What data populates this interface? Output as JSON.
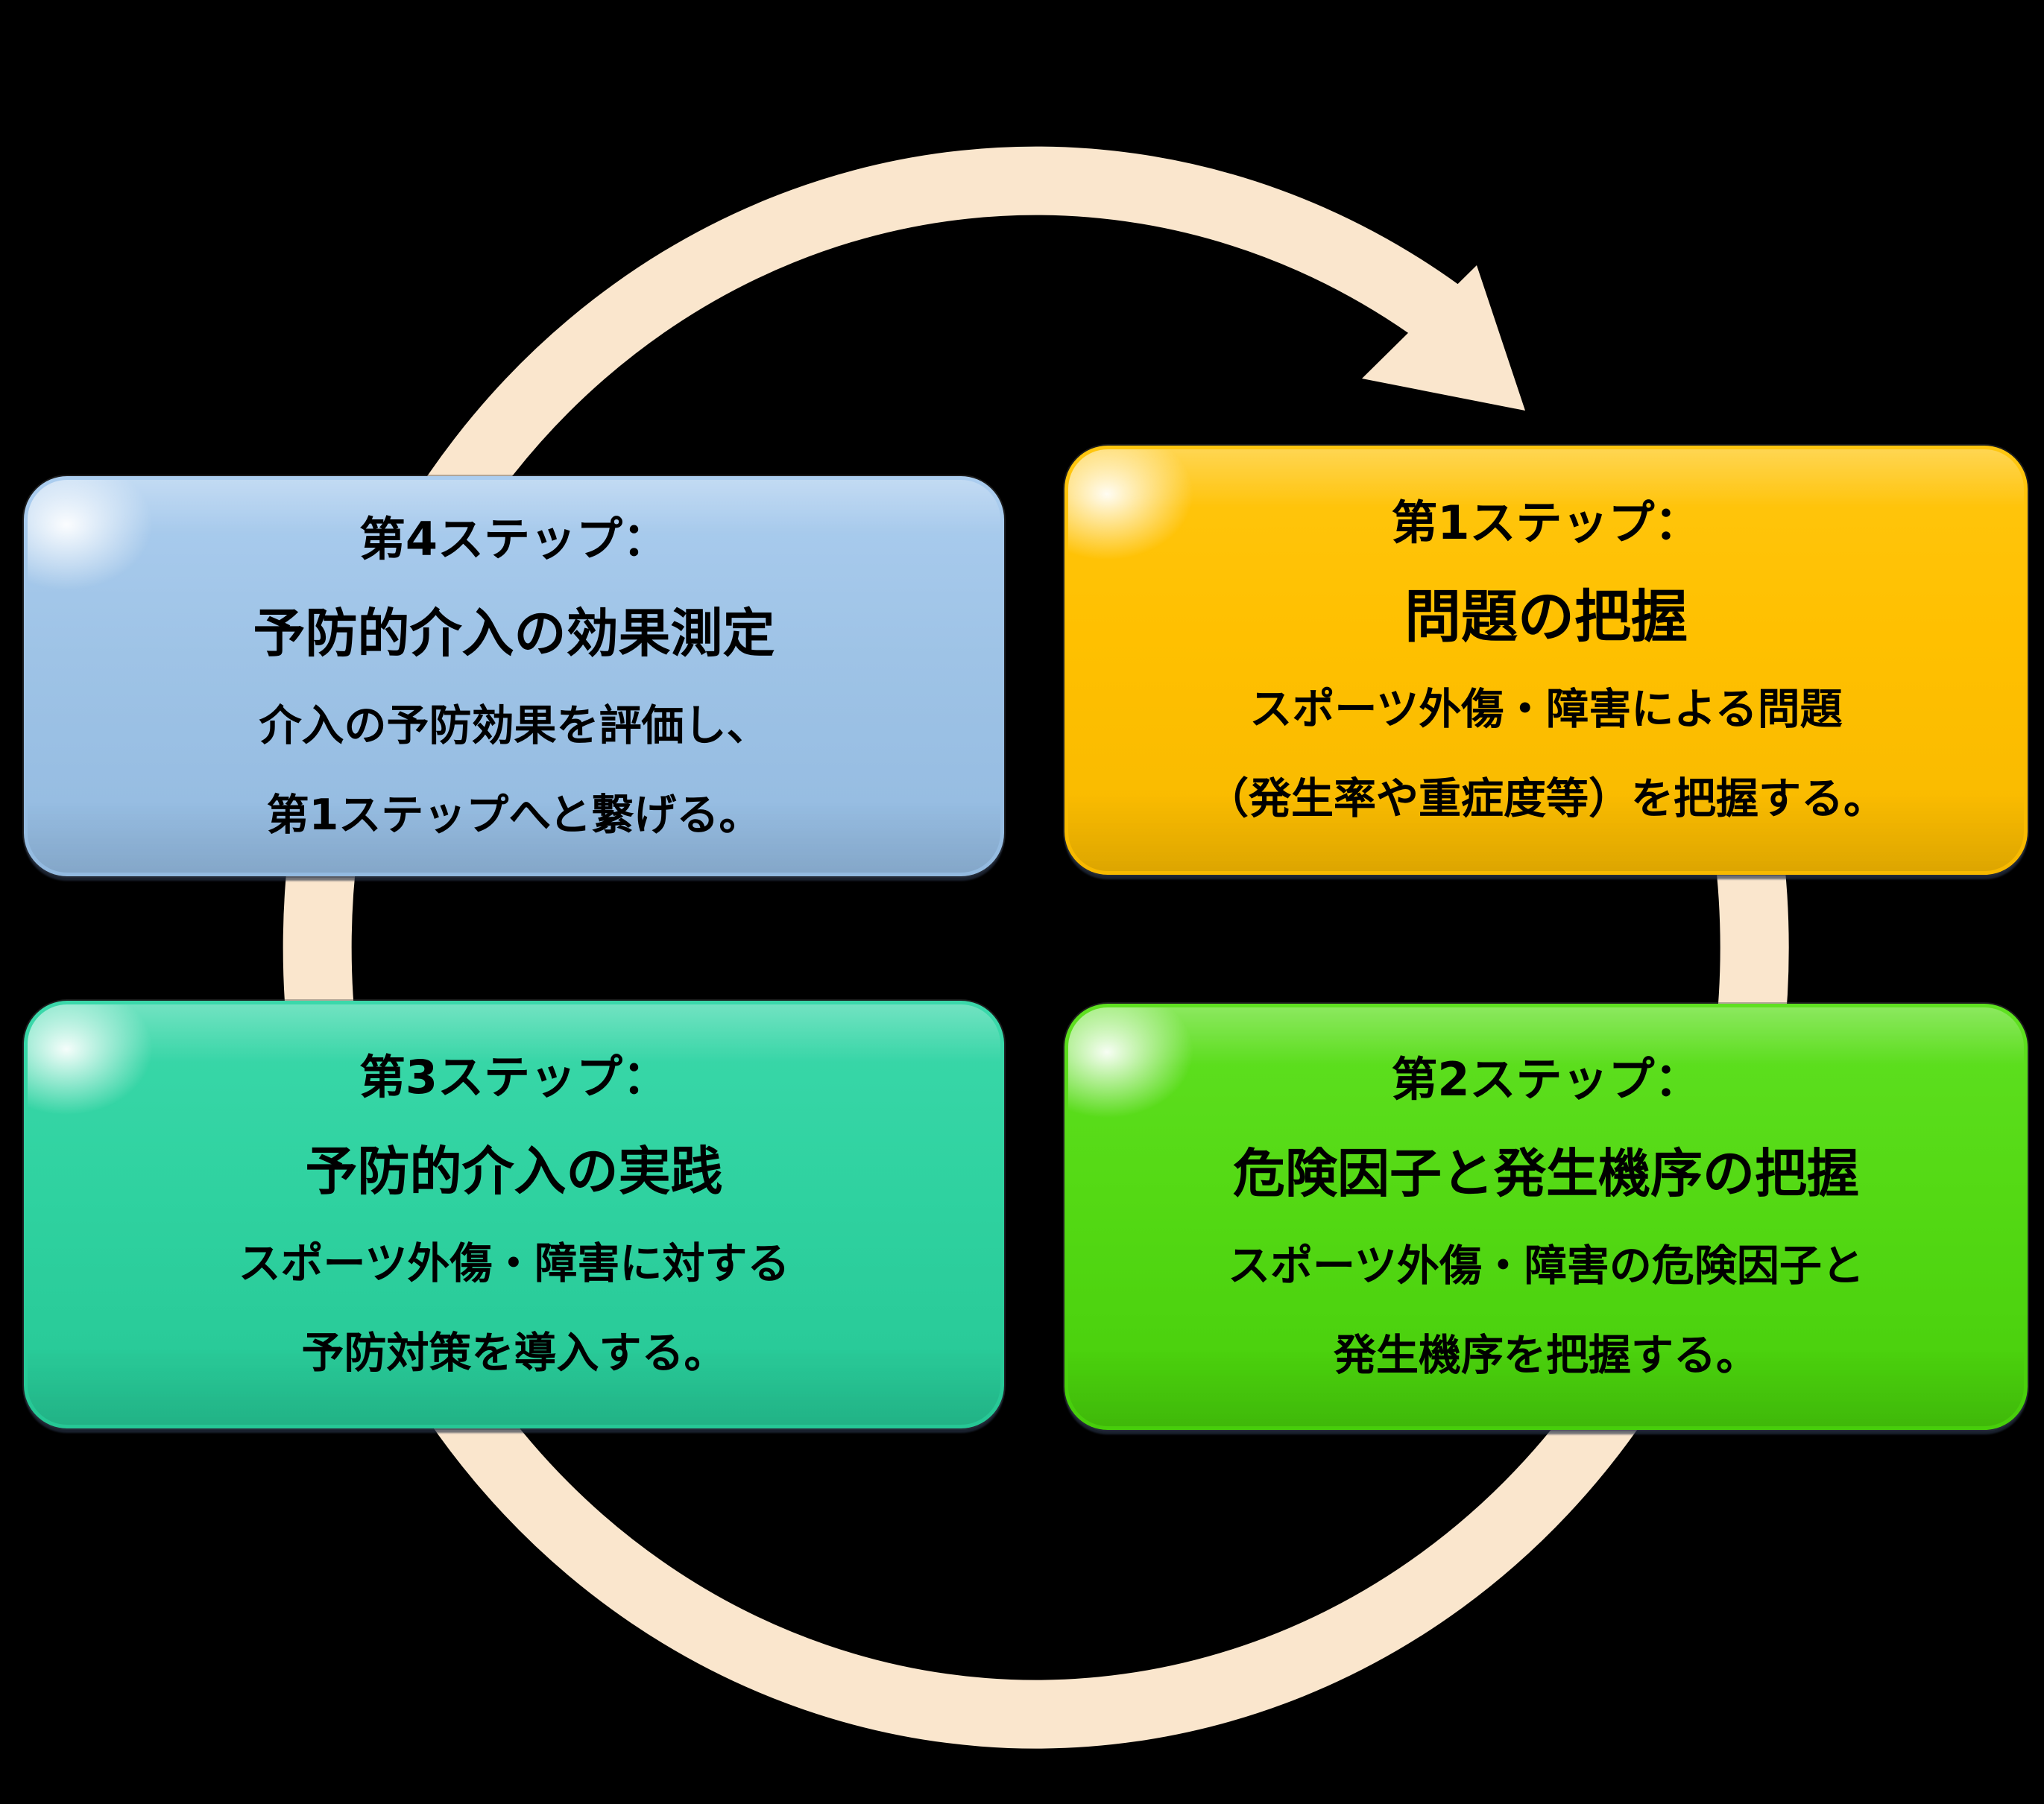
{
  "diagram": {
    "background_color": "#000000",
    "arrow": {
      "name": "clockwise-cycle-arrow",
      "color": "#FAE6CD"
    },
    "boxes": [
      {
        "step": "step-4",
        "position": "top-left",
        "fill_color": "#9EC3E6",
        "title": "第4ステップ：",
        "subtitle": "予防的介入の効果測定",
        "lines": [
          "介入の予防効果を評価し、",
          "第1ステップへと繋げる。"
        ]
      },
      {
        "step": "step-1",
        "position": "top-right",
        "fill_color": "#FFC000",
        "title": "第1ステップ：",
        "subtitle": "問題の把握",
        "lines": [
          "スポーツ外傷・障害による問題",
          "（発生率や重症度等）を把握する。"
        ]
      },
      {
        "step": "step-3",
        "position": "bottom-left",
        "fill_color": "#2FD2A0",
        "title": "第3ステップ：",
        "subtitle": "予防的介入の実践",
        "lines": [
          "スポーツ外傷・障害に対する",
          "予防対策を導入する。"
        ]
      },
      {
        "step": "step-2",
        "position": "bottom-right",
        "fill_color": "#54D914",
        "title": "第2ステップ：",
        "subtitle": "危険因子と発生機序の把握",
        "lines": [
          "スポーツ外傷・障害の危険因子と",
          "発生機序を把握する。"
        ]
      }
    ]
  }
}
